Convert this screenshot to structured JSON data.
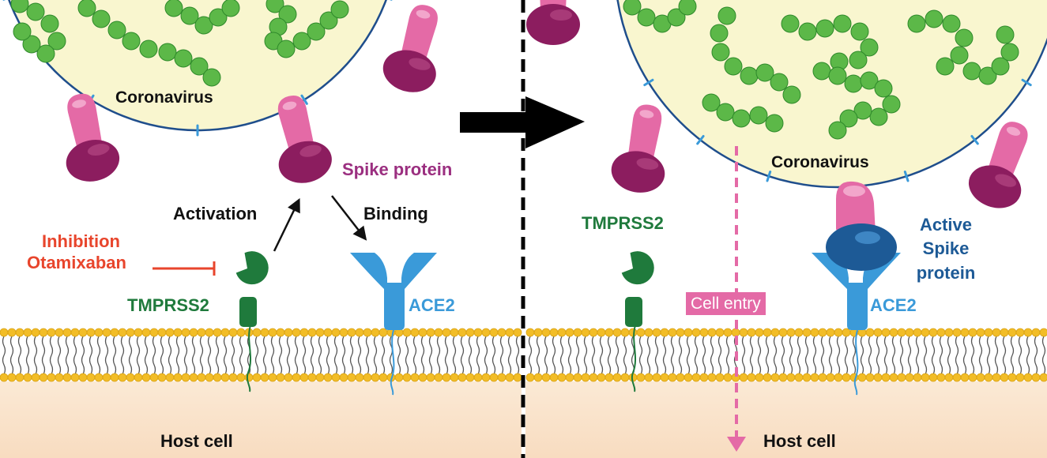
{
  "colors": {
    "virus_fill": "#f9f6cf",
    "virus_outline": "#1f4e8c",
    "rna": "#5cb848",
    "spike_light": "#e46aa6",
    "spike_dark": "#8c1d5f",
    "tmprss2": "#1f7a3c",
    "ace2": "#3a9ad9",
    "active_spike": "#1d5a96",
    "lipid_head": "#f2bd27",
    "host_cell": "#f9e2c8",
    "inhibition": "#e8452c",
    "cell_entry": "#e46aa6"
  },
  "left": {
    "virus_label": "Coronavirus",
    "spike_label": "Spike protein",
    "activation_label": "Activation",
    "binding_label": "Binding",
    "inhibition_label": "Inhibition",
    "drug_label": "Otamixaban",
    "tmprss2_label": "TMPRSS2",
    "ace2_label": "ACE2",
    "host_label": "Host cell"
  },
  "right": {
    "tmprss2_label": "TMPRSS2",
    "virus_label": "Coronavirus",
    "active_spike_line1": "Active",
    "active_spike_line2": "Spike",
    "active_spike_line3": "protein",
    "cell_entry_label": "Cell entry",
    "ace2_label": "ACE2",
    "host_label": "Host cell"
  }
}
